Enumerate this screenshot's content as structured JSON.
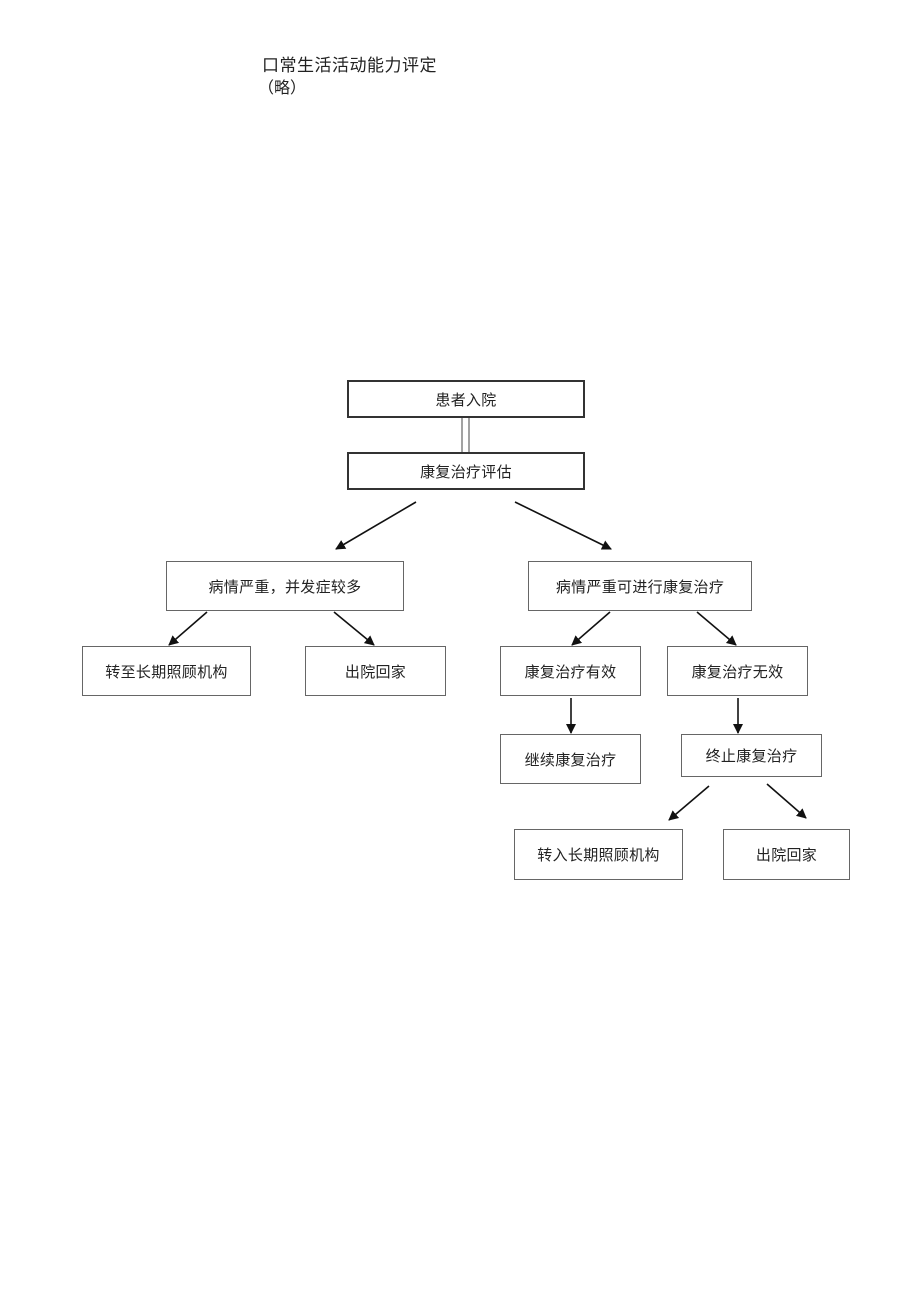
{
  "document": {
    "heading": "口常生活活动能力评定",
    "heading_note": "（略）"
  },
  "flowchart": {
    "nodes": {
      "admission": "患者入院",
      "assessment": "康复治疗评估",
      "severe_complications": "病情严重，并发症较多",
      "severe_treatable": "病情严重可进行康复治疗",
      "transfer_long_term_care_1": "转至长期照顾机构",
      "discharge_home_1": "出院回家",
      "treatment_effective": "康复治疗有效",
      "treatment_ineffective": "康复治疗无效",
      "continue_treatment": "继续康复治疗",
      "stop_treatment": "终止康复治疗",
      "transfer_long_term_care_2": "转入长期照顾机构",
      "discharge_home_2": "出院回家"
    }
  }
}
